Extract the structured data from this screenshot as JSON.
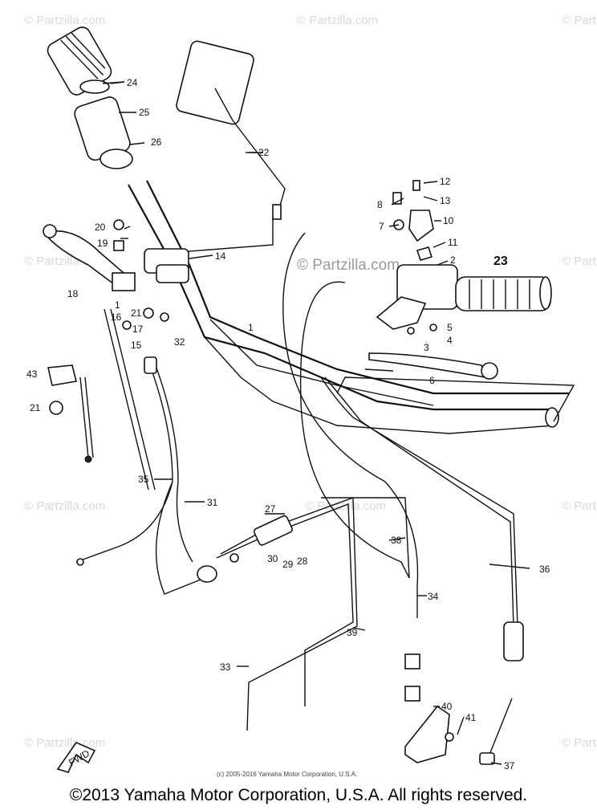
{
  "watermark": {
    "text": "© Partzilla.com",
    "center_text": "© Partzilla.com"
  },
  "parts": [
    {
      "id": "p24",
      "label": "24",
      "bold": false
    },
    {
      "id": "p25",
      "label": "25",
      "bold": false
    },
    {
      "id": "p26",
      "label": "26",
      "bold": false
    },
    {
      "id": "p22",
      "label": "22",
      "bold": false
    },
    {
      "id": "p12",
      "label": "12",
      "bold": false
    },
    {
      "id": "p8",
      "label": "8",
      "bold": false
    },
    {
      "id": "p13",
      "label": "13",
      "bold": false
    },
    {
      "id": "p7",
      "label": "7",
      "bold": false
    },
    {
      "id": "p10",
      "label": "10",
      "bold": false
    },
    {
      "id": "p11",
      "label": "11",
      "bold": false
    },
    {
      "id": "p2",
      "label": "2",
      "bold": false
    },
    {
      "id": "p23",
      "label": "23",
      "bold": true
    },
    {
      "id": "p20",
      "label": "20",
      "bold": false
    },
    {
      "id": "p19",
      "label": "19",
      "bold": false
    },
    {
      "id": "p14",
      "label": "14",
      "bold": false
    },
    {
      "id": "p18",
      "label": "18",
      "bold": false
    },
    {
      "id": "p1a",
      "label": "1",
      "bold": false
    },
    {
      "id": "p16",
      "label": "16",
      "bold": false
    },
    {
      "id": "p21a",
      "label": "21",
      "bold": false
    },
    {
      "id": "p17",
      "label": "17",
      "bold": false
    },
    {
      "id": "p15",
      "label": "15",
      "bold": false
    },
    {
      "id": "p32",
      "label": "32",
      "bold": false
    },
    {
      "id": "p1b",
      "label": "1",
      "bold": false
    },
    {
      "id": "p5",
      "label": "5",
      "bold": false
    },
    {
      "id": "p4",
      "label": "4",
      "bold": false
    },
    {
      "id": "p3",
      "label": "3",
      "bold": false
    },
    {
      "id": "p6",
      "label": "6",
      "bold": false
    },
    {
      "id": "p43",
      "label": "43",
      "bold": false
    },
    {
      "id": "p21b",
      "label": "21",
      "bold": false
    },
    {
      "id": "p35",
      "label": "35",
      "bold": false
    },
    {
      "id": "p31",
      "label": "31",
      "bold": false
    },
    {
      "id": "p27",
      "label": "27",
      "bold": false
    },
    {
      "id": "p38",
      "label": "38",
      "bold": false
    },
    {
      "id": "p30",
      "label": "30",
      "bold": false
    },
    {
      "id": "p29",
      "label": "29",
      "bold": false
    },
    {
      "id": "p28",
      "label": "28",
      "bold": false
    },
    {
      "id": "p36",
      "label": "36",
      "bold": false
    },
    {
      "id": "p34",
      "label": "34",
      "bold": false
    },
    {
      "id": "p39",
      "label": "39",
      "bold": false
    },
    {
      "id": "p33",
      "label": "33",
      "bold": false
    },
    {
      "id": "p40",
      "label": "40",
      "bold": false
    },
    {
      "id": "p41",
      "label": "41",
      "bold": false
    },
    {
      "id": "p37",
      "label": "37",
      "bold": false
    }
  ],
  "fwd_label": "FWD",
  "small_copyright": "(c) 2005-2016 Yamaha Motor Corporation, U.S.A.",
  "copyright": "©2013 Yamaha Motor Corporation, U.S.A. All rights reserved."
}
